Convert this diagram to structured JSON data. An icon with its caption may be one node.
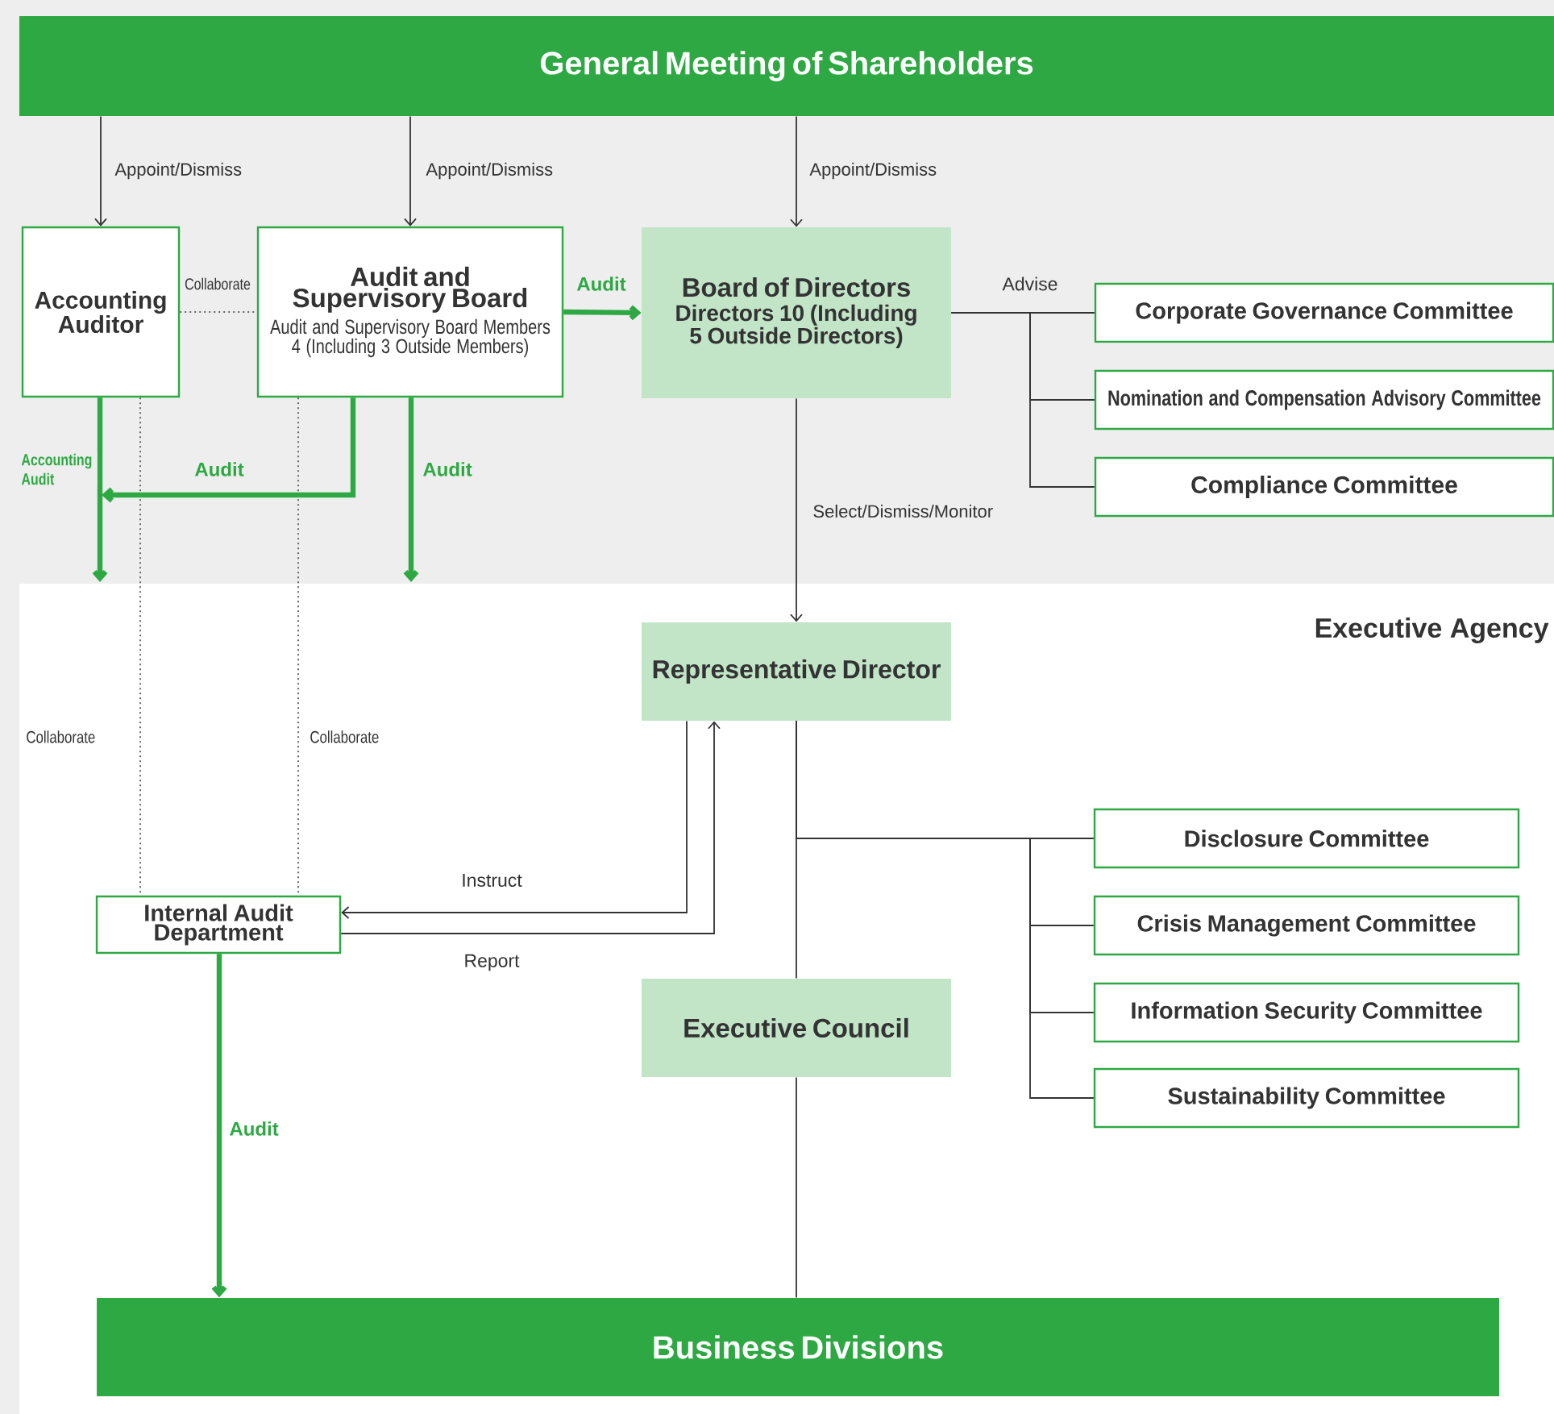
{
  "diagram": {
    "nodes": [
      {
        "text": [
          "General Meeting of Shareholders"
        ]
      },
      {
        "text": [
          "Accounting Auditor"
        ]
      },
      {
        "text": [
          "Audit and Supervisory Board",
          "Audit and Supervisory Board Members 4 (Including 3 Outside Members)"
        ]
      },
      {
        "text": [
          "Board of Directors",
          "Directors 10 (Including 5 Outside Directors)"
        ]
      },
      {
        "text": [
          "Corporate Governance Committee"
        ]
      },
      {
        "text": [
          "Nomination and Compensation Advisory Committee"
        ]
      },
      {
        "text": [
          "Compliance Committee"
        ]
      },
      {
        "text": [
          "Representative Director"
        ]
      },
      {
        "text": [
          "Internal Audit Department"
        ]
      },
      {
        "text": [
          "Executive Council"
        ]
      },
      {
        "text": [
          "Disclosure Committee"
        ]
      },
      {
        "text": [
          "Crisis Management Committee"
        ]
      },
      {
        "text": [
          "Information Security Committee"
        ]
      },
      {
        "text": [
          "Sustainability Committee"
        ]
      },
      {
        "text": [
          "Business Divisions"
        ]
      }
    ],
    "edges": [
      {
        "from": 0,
        "to": 1,
        "arrow": "to",
        "label": "Appoint/Dismiss"
      },
      {
        "from": 0,
        "to": 2,
        "arrow": "to",
        "label": "Appoint/Dismiss"
      },
      {
        "from": 0,
        "to": 3,
        "arrow": "to",
        "label": "Appoint/Dismiss"
      },
      {
        "from": 1,
        "to": 2,
        "arrow": "none",
        "label": "Collaborate",
        "style": "dashed"
      },
      {
        "from": 2,
        "to": 3,
        "arrow": "to",
        "label": "Audit",
        "style": "thick",
        "color": "#2ea843"
      },
      {
        "from": 3,
        "to": 4,
        "arrow": "none",
        "label": "Advise"
      },
      {
        "from": 3,
        "to": 5,
        "arrow": "none"
      },
      {
        "from": 3,
        "to": 6,
        "arrow": "none"
      },
      {
        "from": 3,
        "to": 7,
        "arrow": "to",
        "label": "Select/Dismiss/Monitor"
      },
      {
        "from": 1,
        "to": 8,
        "arrow": "none",
        "label": "Collaborate",
        "style": "dashed"
      },
      {
        "from": 2,
        "to": 8,
        "arrow": "none",
        "label": "Collaborate",
        "style": "dashed"
      },
      {
        "from": 7,
        "to": 8,
        "arrow": "to",
        "label": "Instruct"
      },
      {
        "from": 8,
        "to": 7,
        "arrow": "to",
        "label": "Report"
      },
      {
        "from": 7,
        "to": 9,
        "arrow": "none"
      },
      {
        "from": 7,
        "to": 10,
        "arrow": "none"
      },
      {
        "from": 7,
        "to": 11,
        "arrow": "none"
      },
      {
        "from": 7,
        "to": 12,
        "arrow": "none"
      },
      {
        "from": 7,
        "to": 13,
        "arrow": "none"
      },
      {
        "from": 9,
        "to": 14,
        "arrow": "none"
      },
      {
        "from": 8,
        "to": 14,
        "arrow": "to",
        "label": "Audit",
        "style": "thick",
        "color": "#2ea843"
      },
      {
        "from": 1,
        "to": null,
        "arrow": "to",
        "label": "Accounting Audit",
        "style": "thick",
        "color": "#2ea843"
      },
      {
        "from": 2,
        "to": null,
        "arrow": "to",
        "label": "Audit",
        "style": "thick",
        "color": "#2ea843"
      },
      {
        "from": 2,
        "to": null,
        "arrow": "to",
        "label": "Audit",
        "style": "thick",
        "color": "#2ea843"
      }
    ],
    "labels": [
      "Executive Agency"
    ]
  }
}
